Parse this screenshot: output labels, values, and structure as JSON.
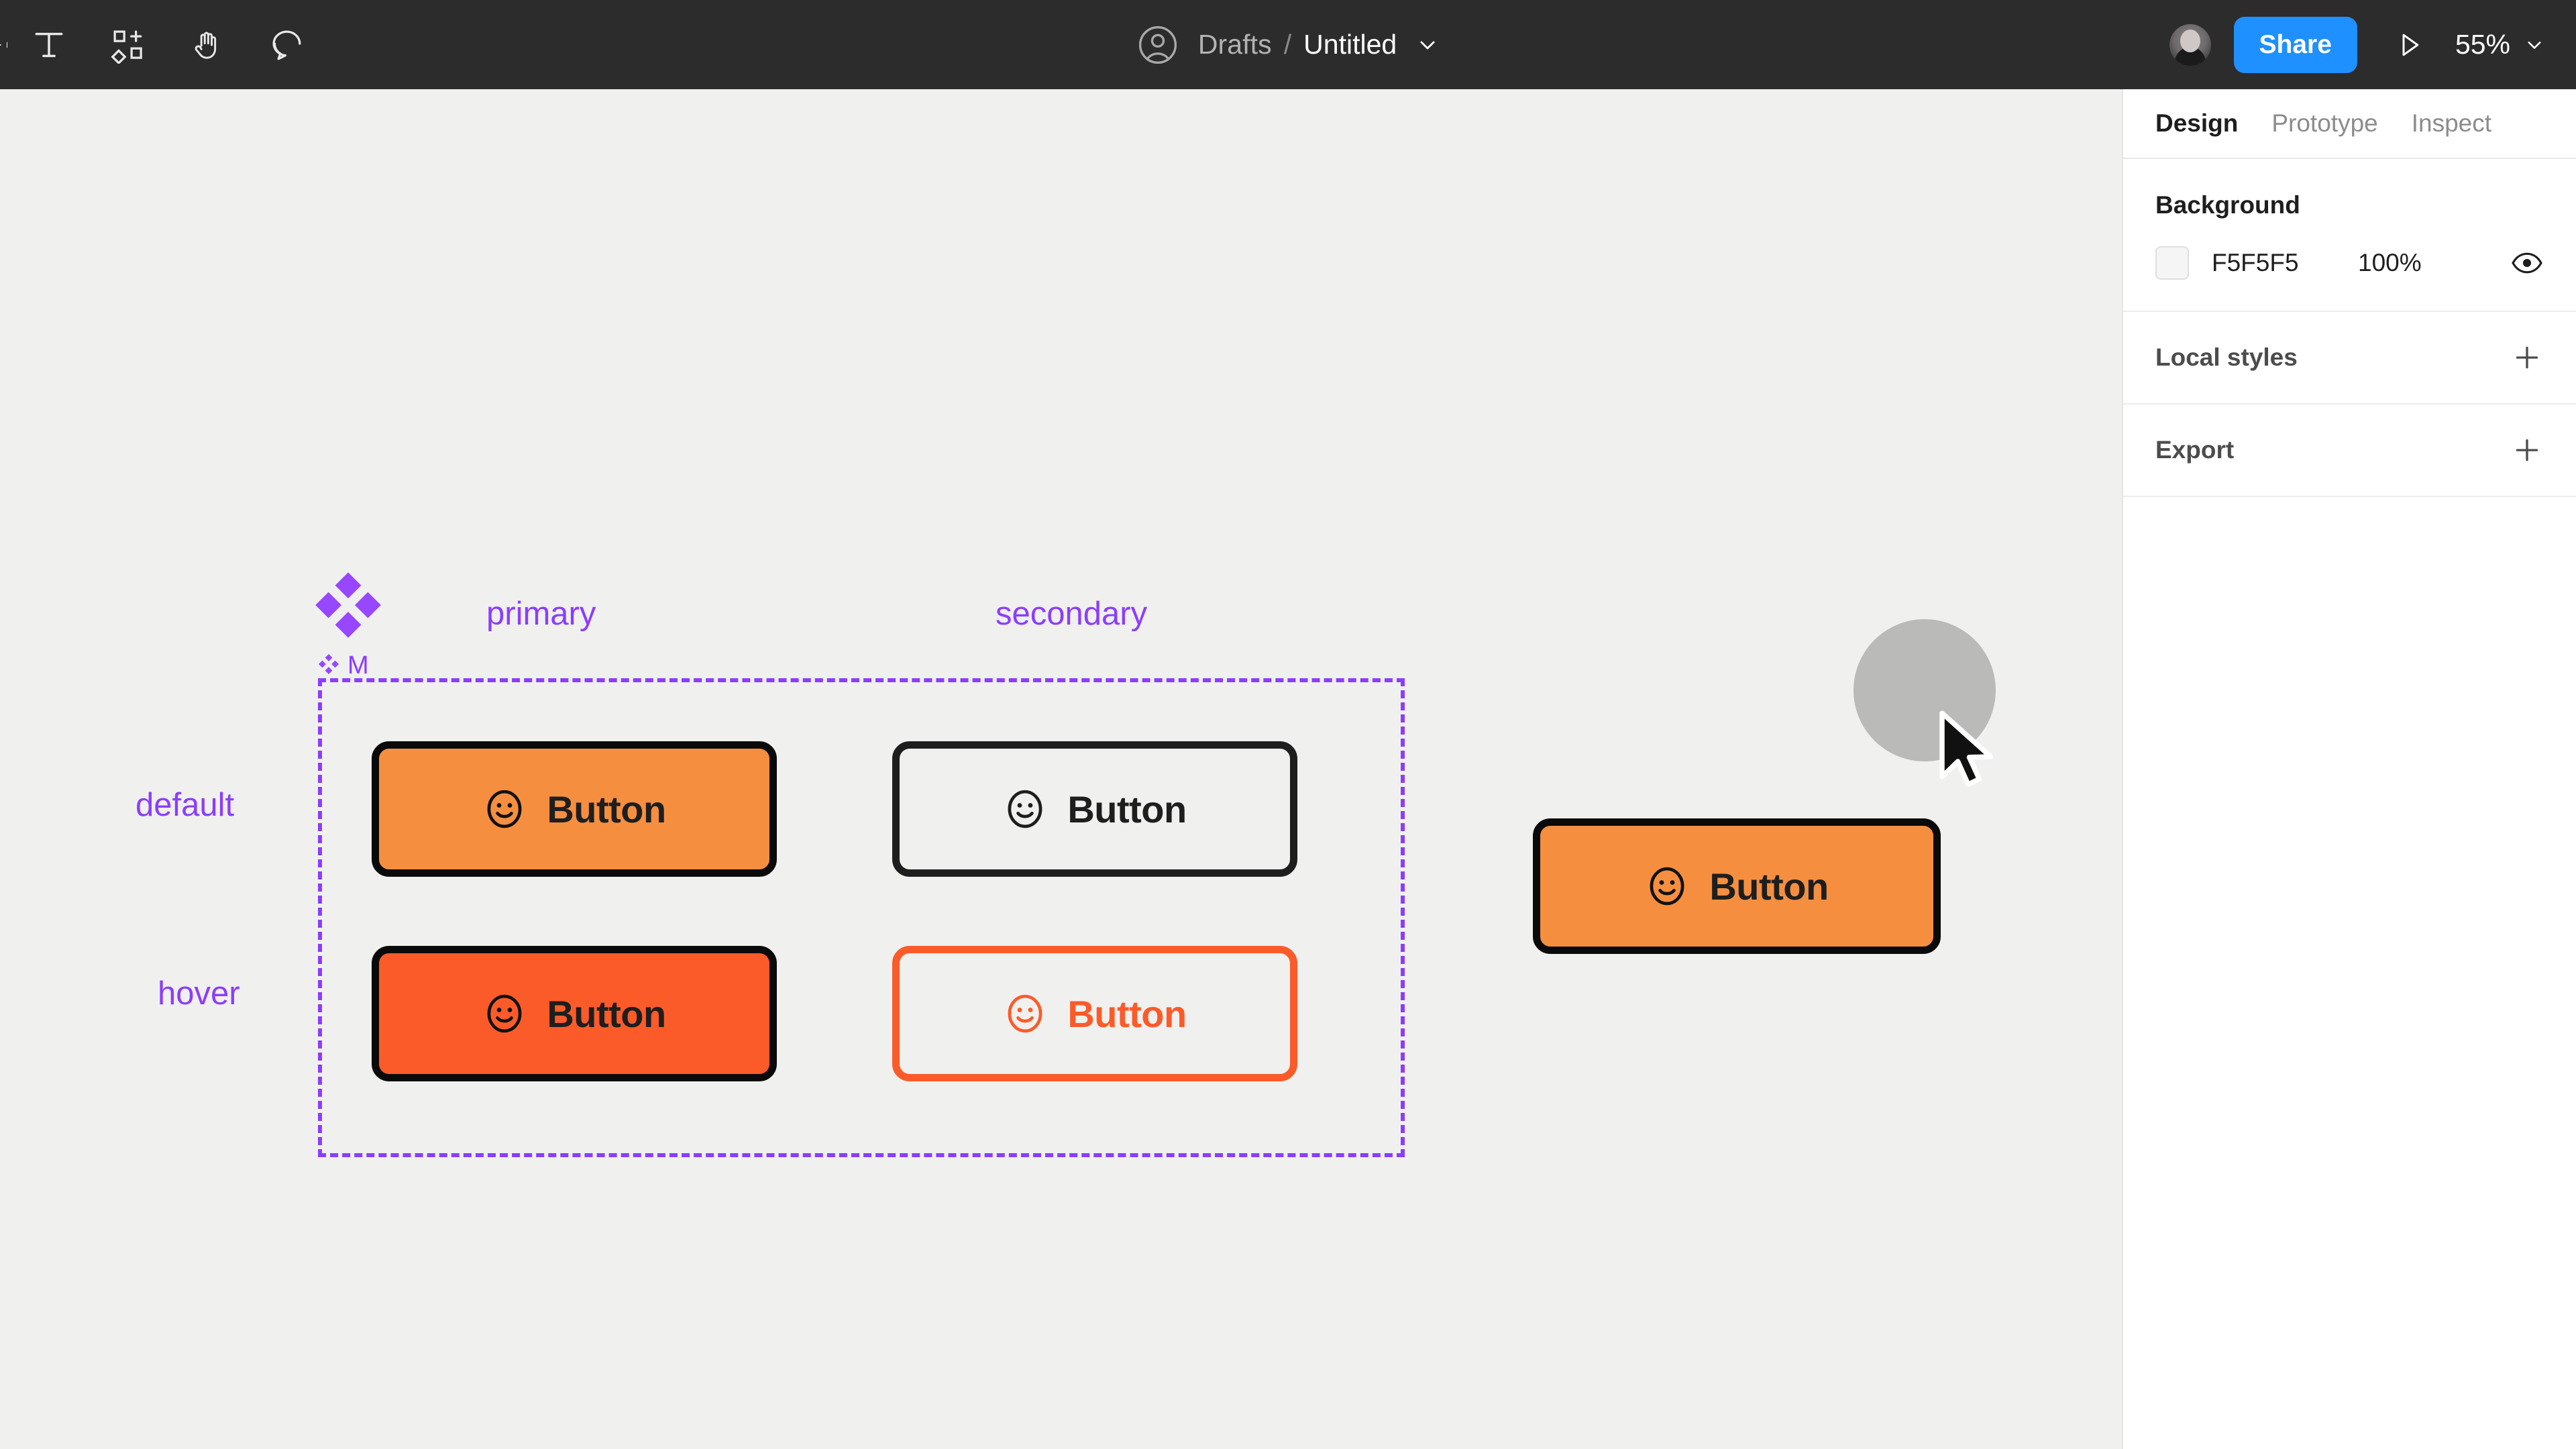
{
  "toolbar": {
    "tools": [
      {
        "name": "text-tool-icon",
        "label": "Text"
      },
      {
        "name": "components-tool-icon",
        "label": "Resources"
      },
      {
        "name": "hand-tool-icon",
        "label": "Hand tool"
      },
      {
        "name": "comment-tool-icon",
        "label": "Comment"
      }
    ],
    "breadcrumb": {
      "project": "Drafts",
      "separator": "/",
      "file_title": "Untitled"
    },
    "share_label": "Share",
    "zoom_level": "55%",
    "accent_blue": "#1E90FF"
  },
  "right_panel": {
    "tabs": [
      {
        "label": "Design",
        "active": true
      },
      {
        "label": "Prototype",
        "active": false
      },
      {
        "label": "Inspect",
        "active": false
      }
    ],
    "background": {
      "title": "Background",
      "hex": "F5F5F5",
      "opacity": "100%",
      "swatch_color": "#F5F5F5"
    },
    "local_styles": {
      "title": "Local styles",
      "add_label": "+"
    },
    "export": {
      "title": "Export",
      "add_label": "+"
    }
  },
  "canvas": {
    "background_color": "#F0F0EF",
    "selection_color": "#8B3DFF",
    "component_badge_label": "M",
    "column_labels": [
      "primary",
      "secondary"
    ],
    "row_labels": [
      "default",
      "hover"
    ],
    "buttons": [
      {
        "id": "primary-default",
        "label": "Button",
        "icon": "smiley-icon",
        "fill": "#F58F3F",
        "border": "#0A0A0A",
        "text_color": "#1E1E1E",
        "variant": "primary",
        "state": "default"
      },
      {
        "id": "secondary-default",
        "label": "Button",
        "icon": "smiley-icon",
        "fill": "#F0F0EF",
        "border": "#1E1E1E",
        "text_color": "#1E1E1E",
        "variant": "secondary",
        "state": "default"
      },
      {
        "id": "primary-hover",
        "label": "Button",
        "icon": "smiley-icon",
        "fill": "#FB5B29",
        "border": "#0A0A0A",
        "text_color": "#1E1E1E",
        "variant": "primary",
        "state": "hover"
      },
      {
        "id": "secondary-hover",
        "label": "Button",
        "icon": "smiley-icon",
        "fill": "#F0F0EF",
        "border": "#FB5B29",
        "text_color": "#FB5B29",
        "variant": "secondary",
        "state": "hover"
      },
      {
        "id": "dragged-instance",
        "label": "Button",
        "icon": "smiley-icon",
        "fill": "#F58F3F",
        "border": "#0A0A0A",
        "text_color": "#1E1E1E",
        "variant": "primary",
        "state": "default"
      }
    ]
  }
}
